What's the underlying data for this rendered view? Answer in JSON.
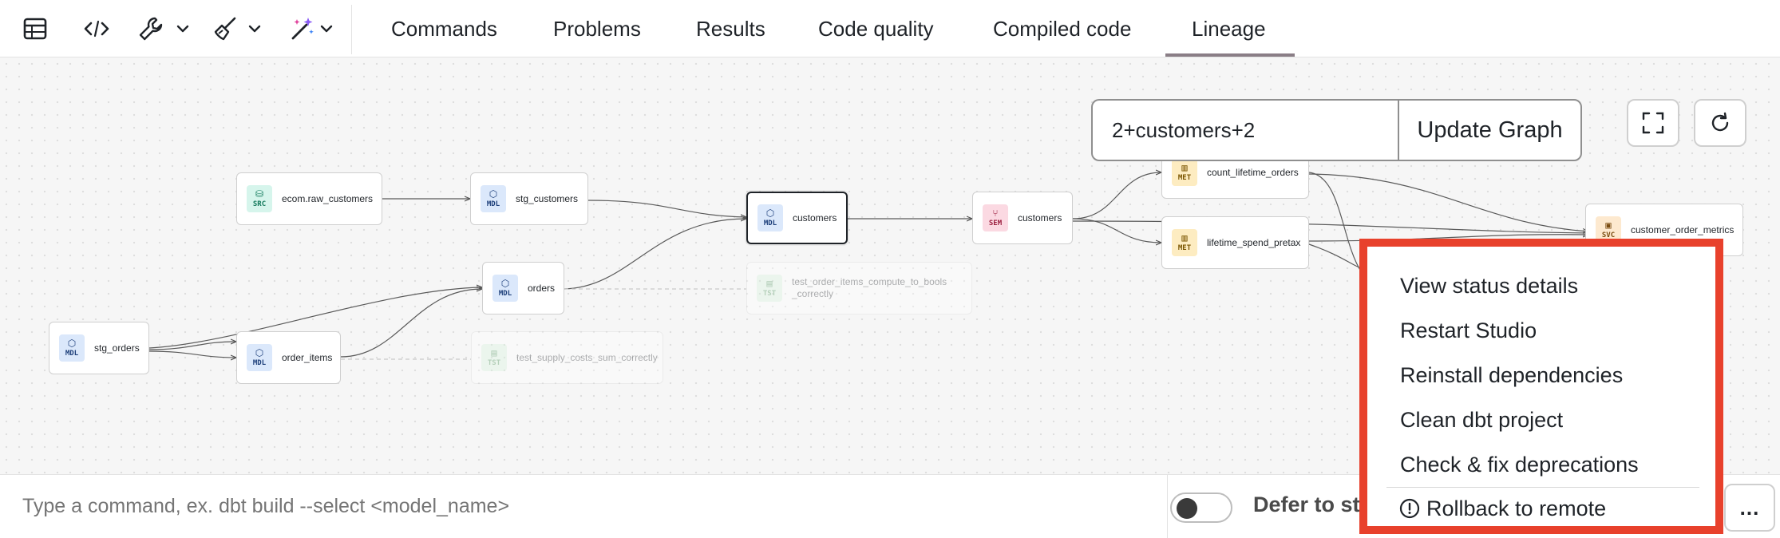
{
  "toolbar": {
    "icons": [
      "table-icon",
      "code-icon",
      "wrench-icon",
      "chevron-down-icon",
      "broom-icon",
      "chevron-down-icon",
      "magic-wand-icon",
      "chevron-down-icon"
    ],
    "tabs": [
      "Commands",
      "Problems",
      "Results",
      "Code quality",
      "Compiled code",
      "Lineage"
    ],
    "active_tab": "Lineage"
  },
  "graph": {
    "selector_value": "2+customers+2",
    "update_label": "Update Graph",
    "nodes": [
      {
        "badge": "SRC",
        "label": "ecom.raw_customers"
      },
      {
        "badge": "MDL",
        "label": "stg_customers"
      },
      {
        "badge": "MDL",
        "label": "customers"
      },
      {
        "badge": "SEM",
        "label": "customers"
      },
      {
        "badge": "MET",
        "label": "count_lifetime_orders"
      },
      {
        "badge": "MET",
        "label": "lifetime_spend_pretax"
      },
      {
        "badge": "SVC",
        "label": "customer_order_metrics"
      },
      {
        "badge": "MDL",
        "label": "orders"
      },
      {
        "badge": "TST",
        "label": "test_order_items_compute_to_bools\n_correctly"
      },
      {
        "badge": "MDL",
        "label": "stg_orders"
      },
      {
        "badge": "MDL",
        "label": "order_items"
      },
      {
        "badge": "TST",
        "label": "test_supply_costs_sum_correctly"
      }
    ]
  },
  "command_bar": {
    "placeholder": "Type a command, ex. dbt build --select <model_name>",
    "defer_label": "Defer to sta",
    "more_label": "..."
  },
  "menu": {
    "items": [
      "View status details",
      "Restart Studio",
      "Reinstall dependencies",
      "Clean dbt project",
      "Check & fix deprecations"
    ],
    "warn_item": "Rollback to remote"
  },
  "colors": {
    "menu_border": "#e8412c",
    "tab_underline": "#8a7e86"
  }
}
